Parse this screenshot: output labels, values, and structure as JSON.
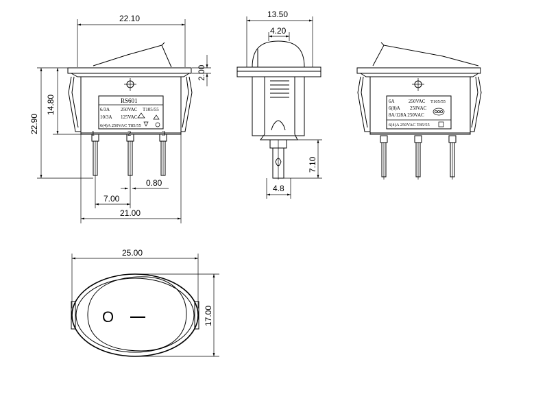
{
  "dimensions": {
    "front_width_top": "22.10",
    "front_height_total": "22.90",
    "front_height_body": "14.80",
    "rocker_height": "2.00",
    "pin_spacing": "7.00",
    "pin_thickness": "0.80",
    "front_width_bottom": "21.00",
    "side_width": "13.50",
    "side_rocker_width": "4.20",
    "side_pin_length": "7.10",
    "side_pin_width": "4.8",
    "bottom_width": "25.00",
    "bottom_height": "17.00"
  },
  "front_label": {
    "model": "RS601",
    "rating_1a": "6/3A",
    "rating_1b": "250VAC",
    "rating_1c": "T105/55",
    "rating_2a": "10/3A",
    "rating_2b": "125VAC",
    "rating_3": "6(4)A 250VAC T85/55"
  },
  "pin_numbers": [
    "1",
    "2",
    "3"
  ],
  "right_label": {
    "rating_1a": "6A",
    "rating_1b": "250VAC",
    "rating_1c": "T105/55",
    "rating_2a": "6(8)A",
    "rating_2b": "250VAC",
    "rating_3": "8A/128A 250VAC",
    "rating_4": "6(4)A 250VAC T85/55"
  },
  "switch_symbols": {
    "off": "O",
    "on": "—"
  }
}
